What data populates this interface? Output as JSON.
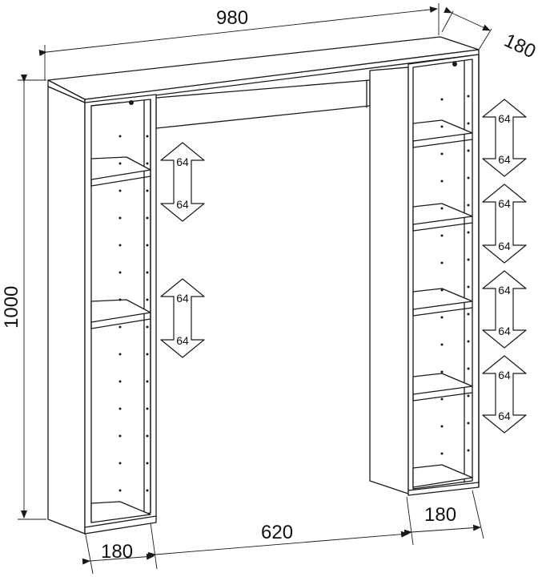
{
  "dimensions": {
    "width": "980",
    "depth": "180",
    "height": "1000",
    "left_column_width": "180",
    "gap_width": "620",
    "right_column_width": "180"
  },
  "shelf_adjustment_label": "64"
}
